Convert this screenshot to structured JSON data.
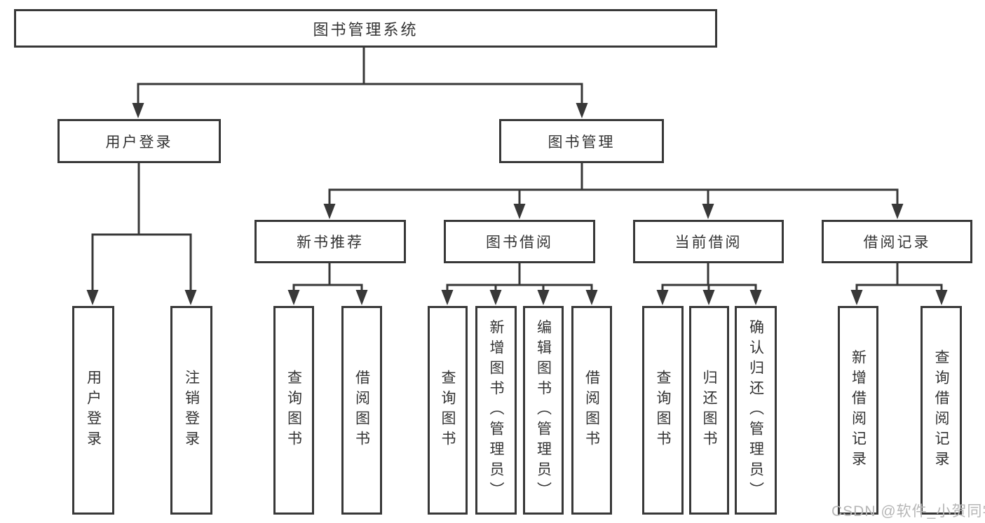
{
  "tree": {
    "root": {
      "label": "图书管理系统"
    },
    "branches": [
      {
        "label": "用户登录",
        "children": [
          {
            "label": "用户登录"
          },
          {
            "label": "注销登录"
          }
        ]
      },
      {
        "label": "图书管理",
        "children": [
          {
            "label": "新书推荐",
            "children": [
              {
                "label": "查询图书"
              },
              {
                "label": "借阅图书"
              }
            ]
          },
          {
            "label": "图书借阅",
            "children": [
              {
                "label": "查询图书"
              },
              {
                "label": "新增图书（管理员）"
              },
              {
                "label": "编辑图书（管理员）"
              },
              {
                "label": "借阅图书"
              }
            ]
          },
          {
            "label": "当前借阅",
            "children": [
              {
                "label": "查询图书"
              },
              {
                "label": "归还图书"
              },
              {
                "label": "确认归还（管理员）"
              }
            ]
          },
          {
            "label": "借阅记录",
            "children": [
              {
                "label": "新增借阅记录"
              },
              {
                "label": "查询借阅记录"
              }
            ]
          }
        ]
      }
    ]
  },
  "watermark": {
    "text": "CSDN @软件_小贺同学"
  },
  "colors": {
    "line": "#383838",
    "text": "#333333",
    "watermark": "#b6b6b6",
    "bg": "#ffffff"
  }
}
